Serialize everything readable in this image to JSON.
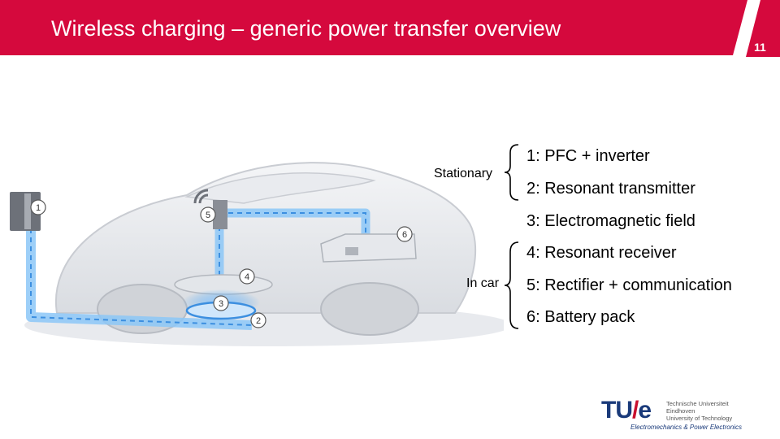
{
  "header": {
    "title": "Wireless charging – generic power transfer overview",
    "page_number": "11",
    "background_color": "#d5093d"
  },
  "illustration": {
    "markers": [
      "1",
      "2",
      "3",
      "4",
      "5",
      "6"
    ]
  },
  "groups": {
    "stationary_label": "Stationary",
    "in_car_label": "In car"
  },
  "components": [
    "1: PFC + inverter",
    "2: Resonant transmitter",
    "3: Electromagnetic field",
    "4: Resonant receiver",
    "5: Rectifier + communication",
    "6: Battery pack"
  ],
  "logo": {
    "mark": "TU/e",
    "lines": [
      "Technische Universiteit",
      "Eindhoven",
      "University of Technology"
    ],
    "department": "Electromechanics & Power Electronics"
  }
}
